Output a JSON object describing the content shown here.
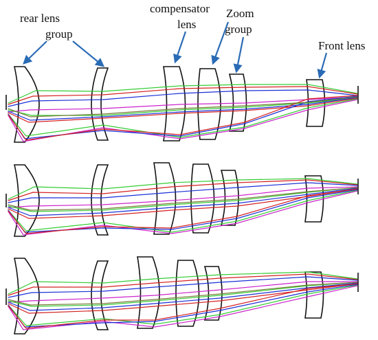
{
  "labels": {
    "rear_lens_group_line1": "rear lens",
    "rear_lens_group_line2": "group",
    "compensator_line1": "compensator",
    "compensator_line2": "lens",
    "zoom_line1": "Zoom",
    "zoom_line2": "group",
    "front_lens": "Front lens"
  },
  "colors": {
    "arrow": "#2a6bb5",
    "lens_outline": "#111111",
    "rays": [
      "#d42020",
      "#1a2fd6",
      "#33cc33",
      "#cc22cc",
      "#7a7a3a"
    ]
  },
  "panels": [
    {
      "id": "panel-top"
    },
    {
      "id": "panel-middle"
    },
    {
      "id": "panel-bottom"
    }
  ]
}
